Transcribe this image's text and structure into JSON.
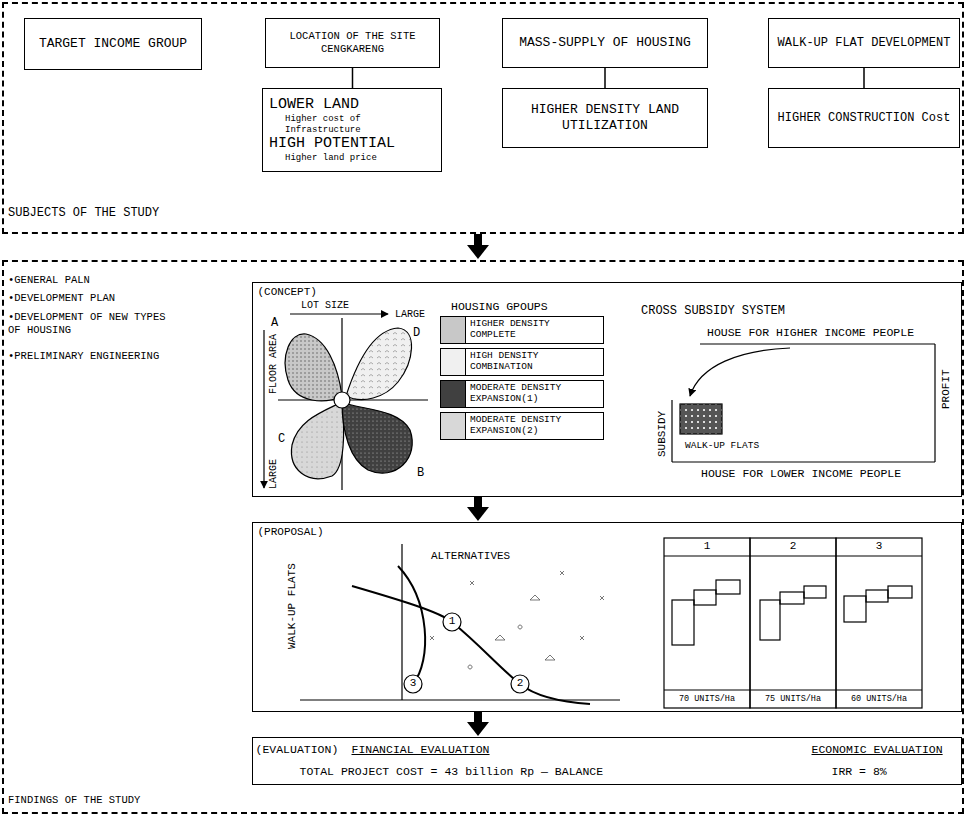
{
  "diagram": {
    "nodes": [
      {
        "text": [
          "SUBJECTS OF THE STUDY"
        ]
      },
      {
        "text": [
          "TARGET INCOME GROUP"
        ],
        "in": 0
      },
      {
        "text": [
          "LOCATION OF THE SITE CENGKARENG"
        ],
        "in": 0
      },
      {
        "text": [
          "LOWER LAND",
          "Higher cost of Infrastructure",
          "HIGH POTENTIAL",
          "Higher land price"
        ],
        "in": 0
      },
      {
        "text": [
          "MASS-SUPPLY OF HOUSING"
        ],
        "in": 0
      },
      {
        "text": [
          "HIGHER DENSITY LAND UTILIZATION"
        ],
        "in": 0
      },
      {
        "text": [
          "WALK-UP FLAT DEVELOPMENT"
        ],
        "in": 0
      },
      {
        "text": [
          "HIGHER CONSTRUCTION Cost"
        ],
        "in": 0
      },
      {
        "text": [
          "•GENERAL PALN",
          "•DEVELOPMENT PLAN",
          "•DEVELOPMENT OF NEW TYPES OF HOUSING",
          "•PRELIMINARY ENGINEERING",
          "FINDINGS OF THE STUDY"
        ]
      },
      {
        "text": [
          "(CONCEPT)"
        ],
        "in": 8
      },
      {
        "text": [
          "(PROPOSAL)"
        ],
        "in": 8
      },
      {
        "text": [
          "(EVALUATION)",
          "FINANCIAL EVALUATION",
          "TOTAL PROJECT COST = 43 billion Rp — BALANCE",
          "ECONOMIC EVALUATION",
          "IRR = 8%"
        ],
        "in": 8
      }
    ],
    "edges": [
      {
        "from": 2,
        "to": 3,
        "arrow": "none"
      },
      {
        "from": 4,
        "to": 5,
        "arrow": "none"
      },
      {
        "from": 6,
        "to": 7,
        "arrow": "none"
      },
      {
        "from": 0,
        "to": 8,
        "arrow": "to"
      },
      {
        "from": 9,
        "to": 10,
        "arrow": "to"
      },
      {
        "from": 10,
        "to": 11,
        "arrow": "to"
      }
    ],
    "labels": [
      "LOT SIZE",
      "LARGE",
      "FLOOR AREA",
      "LARGE",
      "A",
      "D",
      "C",
      "B",
      "HOUSING GPOUPS",
      "CROSS SUBSIDY SYSTEM",
      "HOUSE FOR HIGHER INCOME PEOPLE",
      "PROFIT",
      "SUBSIDY",
      "WALK-UP FLATS",
      "HOUSE FOR LOWER INCOME PEOPLE",
      "WALK-UP FLATS",
      "ALTERNATIVES",
      "1",
      "2",
      "3",
      "1",
      "2",
      "3",
      "70 UNITS/Ha",
      "75 UNITS/Ha",
      "60 UNITS/Ha"
    ],
    "legend": [
      {
        "text": "HIGHER DENSITY COMPLETE",
        "color": "#c8c8c8"
      },
      {
        "text": "HIGH DENSITY COMBINATION",
        "color": "#f0f0f0"
      },
      {
        "text": "MODERATE DENSITY EXPANSION(1)",
        "color": "#404040"
      },
      {
        "text": "MODERATE DENSITY EXPANSION(2)",
        "color": "#d8d8d8"
      }
    ]
  }
}
